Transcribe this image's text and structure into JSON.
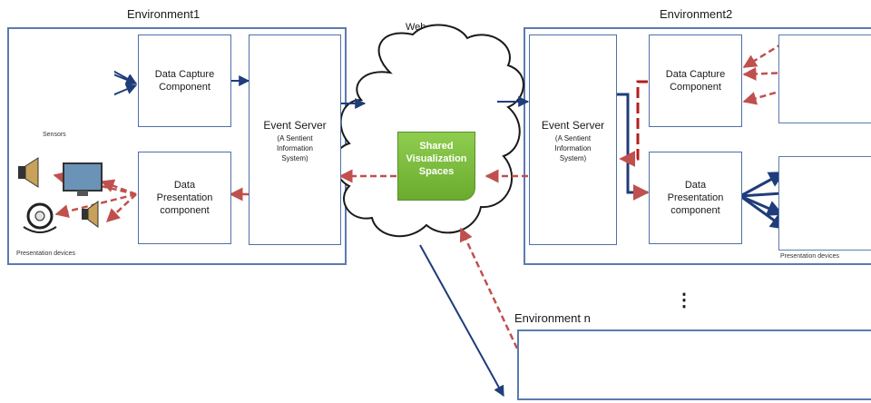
{
  "environments": {
    "env1": {
      "title": "Environment1"
    },
    "env2": {
      "title": "Environment2"
    },
    "envn": {
      "title": "Environment n"
    }
  },
  "web": {
    "label": "Web"
  },
  "shared": {
    "line1": "Shared",
    "line2": "Visualization",
    "line3": "Spaces"
  },
  "components": {
    "capture_line1": "Data Capture",
    "capture_line2": "Component",
    "presentation_line1": "Data",
    "presentation_line2": "Presentation",
    "presentation_line3": "component"
  },
  "server": {
    "title": "Event Server",
    "sub1": "(A Sentient",
    "sub2": "Information",
    "sub3": "System)"
  },
  "devices": {
    "sensors_label": "Sensors",
    "presentation_label": "Presentation devices"
  },
  "ellipsis": "⋮",
  "colors": {
    "solid_arrow": "#1f3d7a",
    "dashed_arrow": "#c0504d",
    "cloud_fill": "#ffffff",
    "shared_fill": "#7fbf3f"
  }
}
